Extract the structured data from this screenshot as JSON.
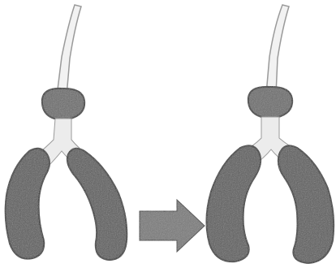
{
  "figure": {
    "panels": [
      {
        "state": "before",
        "lungs": "compressed-inward"
      },
      {
        "state": "after",
        "lungs": "expanded"
      }
    ],
    "arrow": {
      "direction": "right",
      "icon": "right-arrow-icon"
    },
    "colors": {
      "background": "#ffffff",
      "lung_fill": "#5a5a5a",
      "lung_stroke": "#2e2e2e",
      "tube_fill": "#f2f2f2",
      "tube_stroke": "#9a9a9a",
      "connector_fill": "#6b6b6b",
      "junction_fill": "#ececec",
      "arrow_fill": "#787878"
    }
  }
}
